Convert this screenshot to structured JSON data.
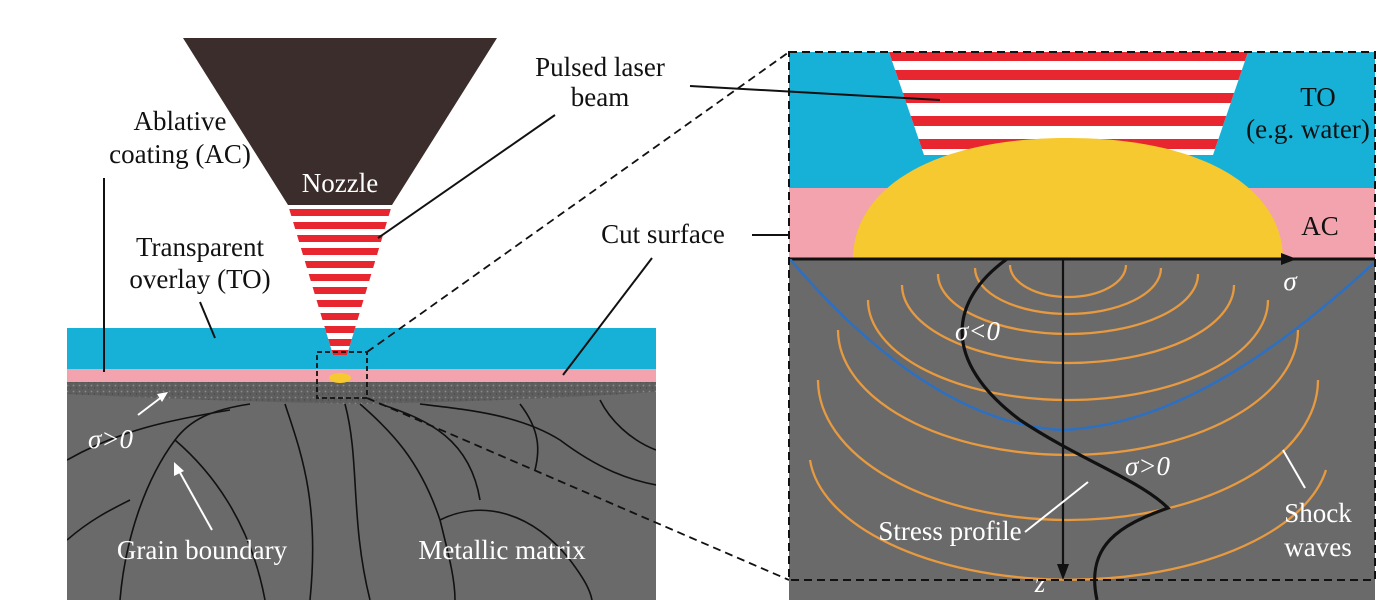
{
  "labels": {
    "pulsed_laser_beam_1": "Pulsed laser",
    "pulsed_laser_beam_2": "beam",
    "ablative_coating_1": "Ablative",
    "ablative_coating_2": "coating (AC)",
    "nozzle": "Nozzle",
    "transparent_overlay_1": "Transparent",
    "transparent_overlay_2": "overlay (TO)",
    "cut_surface": "Cut surface",
    "sigma_gt0_left": "σ>0",
    "grain_boundary": "Grain boundary",
    "metallic_matrix": "Metallic matrix",
    "to_1": "TO",
    "to_2": "(e.g. water)",
    "ac": "AC",
    "sigma_axis": "σ",
    "sigma_lt0": "σ<0",
    "sigma_gt0_right": "σ>0",
    "stress_profile": "Stress profile",
    "z_axis": "z",
    "shock_1": "Shock",
    "shock_2": "waves"
  },
  "colors": {
    "nozzle": "#3a2d2b",
    "laser_red": "#e8262f",
    "overlay_blue": "#17b1d8",
    "coating_pink": "#f2a3ad",
    "plasma_yellow": "#f6c930",
    "metal_gray": "#6a6a6a",
    "shock_orange": "#e79a3f",
    "profile_blue": "#2c70c4"
  }
}
